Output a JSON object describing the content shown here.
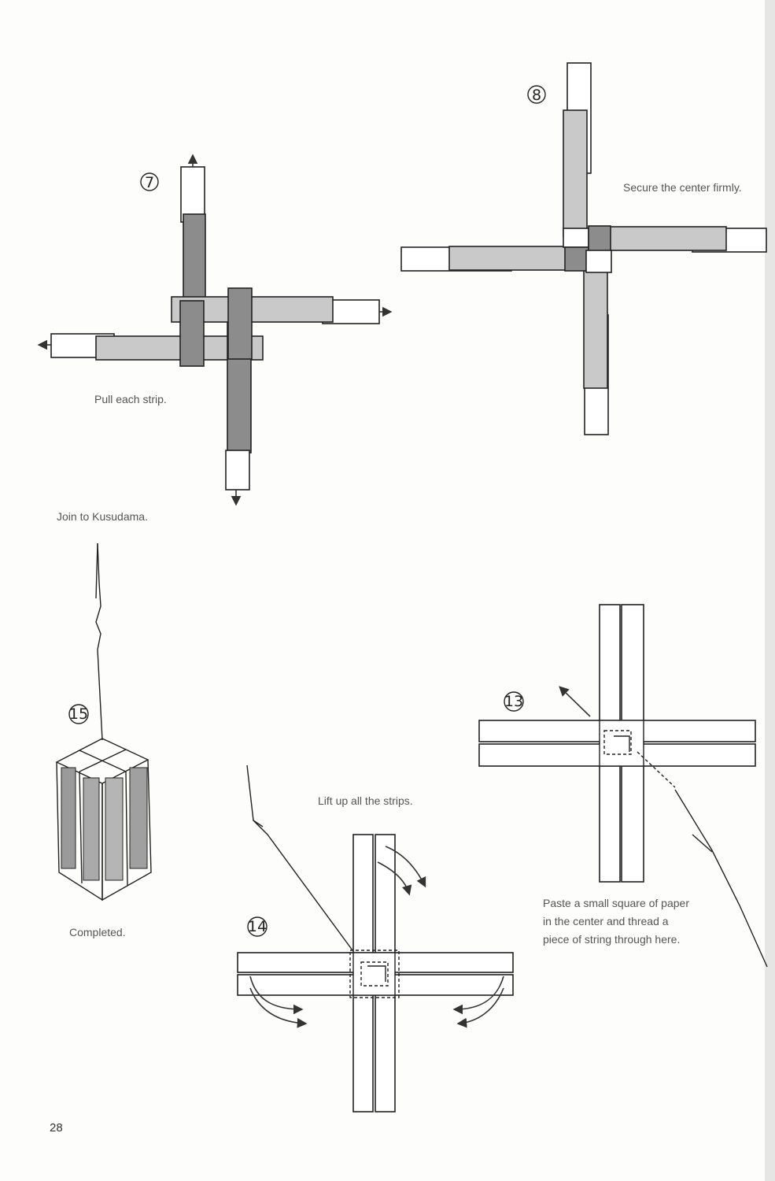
{
  "page_number": "28",
  "steps": {
    "s7": {
      "number": "7",
      "caption": "Pull each strip."
    },
    "s8": {
      "number": "8",
      "caption": "Secure the center firmly."
    },
    "s13": {
      "number": "13",
      "caption_lines": [
        "Paste a small square of paper",
        "in the center and thread a",
        "piece of string through here."
      ]
    },
    "s14": {
      "number": "14",
      "caption": "Lift up all the strips."
    },
    "s15": {
      "number": "15",
      "caption_top": "Join to Kusudama.",
      "caption_bottom": "Completed."
    }
  }
}
